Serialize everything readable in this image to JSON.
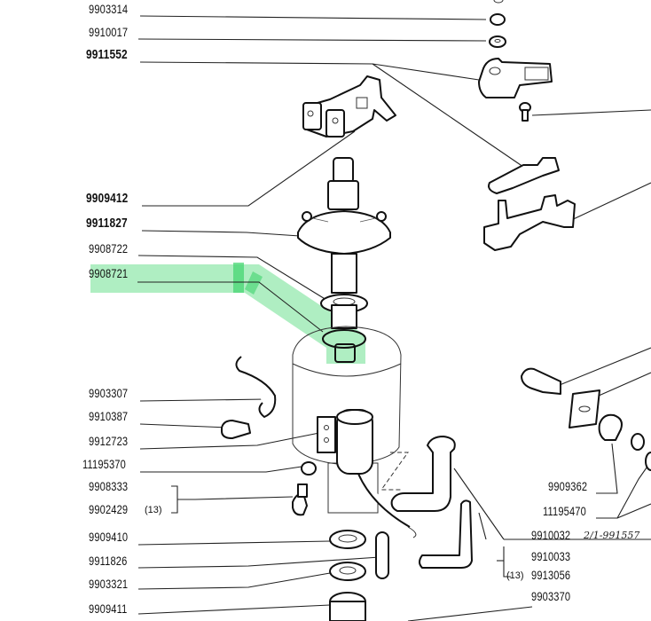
{
  "title": "Distributor exploded parts diagram",
  "highlight": {
    "color": "#6ee08f",
    "target_part": "9908721"
  },
  "labels_left": [
    {
      "id": "p1",
      "number": "9903314"
    },
    {
      "id": "p2",
      "number": "9910017"
    },
    {
      "id": "p3",
      "number": "9911552"
    },
    {
      "id": "p4",
      "number": "9909412"
    },
    {
      "id": "p5",
      "number": "9911827"
    },
    {
      "id": "p6",
      "number": "9908722"
    },
    {
      "id": "p7",
      "number": "9908721"
    },
    {
      "id": "p8",
      "number": "9903307"
    },
    {
      "id": "p9",
      "number": "9910387"
    },
    {
      "id": "p10",
      "number": "9912723"
    },
    {
      "id": "p11",
      "number": "11195370"
    },
    {
      "id": "p12",
      "number": "9908333"
    },
    {
      "id": "p13",
      "number": "9902429"
    },
    {
      "id": "p14",
      "number": "9909410"
    },
    {
      "id": "p15",
      "number": "9911826"
    },
    {
      "id": "p16",
      "number": "9903321"
    },
    {
      "id": "p17",
      "number": "9909411"
    }
  ],
  "labels_right": [
    {
      "id": "r1",
      "number": "9909362"
    },
    {
      "id": "r2",
      "number": "11195470"
    },
    {
      "id": "r3",
      "number": "9910032"
    },
    {
      "id": "r4",
      "number": "9910033"
    },
    {
      "id": "r5",
      "number": "9913056"
    },
    {
      "id": "r6",
      "number": "9903370"
    }
  ],
  "notes": {
    "group_left": "(13)",
    "group_right": "(13)",
    "handwritten": "2/1-991557"
  }
}
